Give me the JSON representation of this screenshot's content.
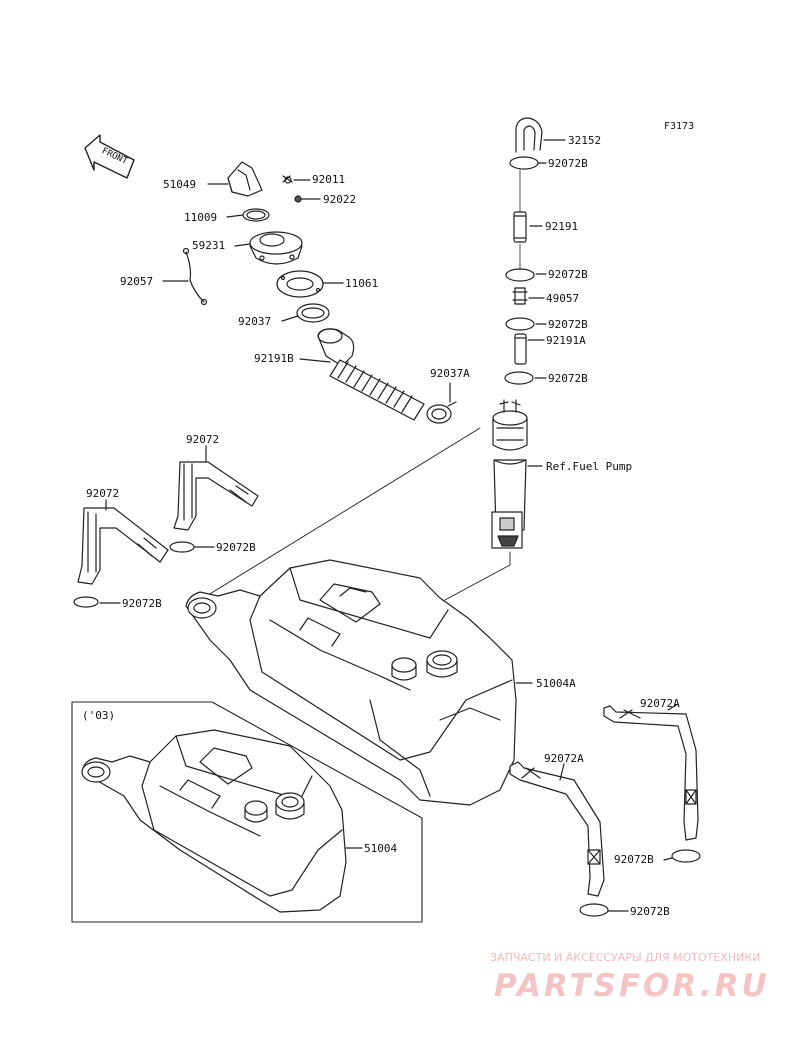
{
  "diagram_code": "F3173",
  "front_label": "FRONT",
  "inset_label": "('03)",
  "labels": {
    "p32152": "32152",
    "p92072B_1": "92072B",
    "p92191": "92191",
    "p92072B_2": "92072B",
    "p49057": "49057",
    "p92072B_3": "92072B",
    "p92191A": "92191A",
    "p92072B_4": "92072B",
    "fuel_pump": "Ref.Fuel Pump",
    "p51049": "51049",
    "p92011": "92011",
    "p92022": "92022",
    "p11009": "11009",
    "p59231": "59231",
    "p92057": "92057",
    "p11061": "11061",
    "p92037": "92037",
    "p92191B": "92191B",
    "p92037A": "92037A",
    "p92072_1": "92072",
    "p92072_2": "92072",
    "p92072B_5": "92072B",
    "p92072B_6": "92072B",
    "p51004A": "51004A",
    "p92072A_1": "92072A",
    "p92072A_2": "92072A",
    "p92072B_7": "92072B",
    "p92072B_8": "92072B",
    "p51004": "51004"
  },
  "watermark": {
    "caption": "ЗАПЧАСТИ И АКСЕССУАРЫ ДЛЯ МОТОТЕХНИКИ",
    "brand": "PARTSFOR.RU"
  }
}
